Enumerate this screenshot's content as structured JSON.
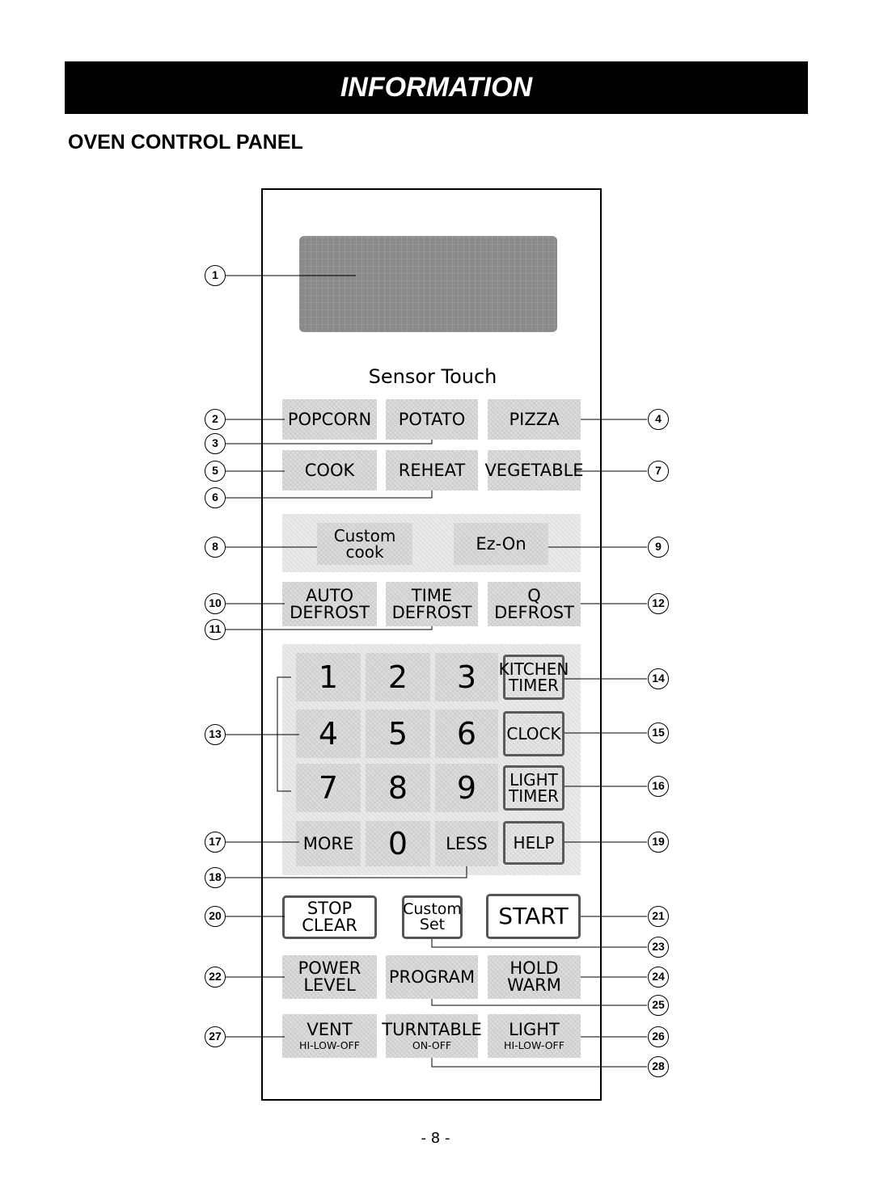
{
  "header": {
    "title": "INFORMATION"
  },
  "section": {
    "title": "OVEN CONTROL PANEL"
  },
  "panel": {
    "brand": "Sensor Touch",
    "buttons": {
      "popcorn": "POPCORN",
      "potato": "POTATO",
      "pizza": "PIZZA",
      "cook": "COOK",
      "reheat": "REHEAT",
      "vegetable": "VEGETABLE",
      "custom_cook": [
        "Custom",
        "cook"
      ],
      "ez_on": "Ez-On",
      "auto_defrost": [
        "AUTO",
        "DEFROST"
      ],
      "time_defrost": [
        "TIME",
        "DEFROST"
      ],
      "q_defrost": [
        "Q",
        "DEFROST"
      ],
      "digits": [
        "1",
        "2",
        "3",
        "4",
        "5",
        "6",
        "7",
        "8",
        "9",
        "0"
      ],
      "kitchen_timer": [
        "KITCHEN",
        "TIMER"
      ],
      "clock": "CLOCK",
      "light_timer": [
        "LIGHT",
        "TIMER"
      ],
      "help": "HELP",
      "more": "MORE",
      "less": "LESS",
      "stop_clear": [
        "STOP",
        "CLEAR"
      ],
      "custom_set": [
        "Custom",
        "Set"
      ],
      "start": "START",
      "power_level": [
        "POWER",
        "LEVEL"
      ],
      "program": "PROGRAM",
      "hold_warm": [
        "HOLD",
        "WARM"
      ],
      "vent": [
        "VENT",
        "HI-LOW-OFF"
      ],
      "turntable": [
        "TURNTABLE",
        "ON-OFF"
      ],
      "light": [
        "LIGHT",
        "HI-LOW-OFF"
      ]
    }
  },
  "callouts": [
    "1",
    "2",
    "3",
    "4",
    "5",
    "6",
    "7",
    "8",
    "9",
    "10",
    "11",
    "12",
    "13",
    "14",
    "15",
    "16",
    "17",
    "18",
    "19",
    "20",
    "21",
    "22",
    "23",
    "24",
    "25",
    "26",
    "27",
    "28"
  ],
  "footer": {
    "page_number": "- 8 -"
  }
}
